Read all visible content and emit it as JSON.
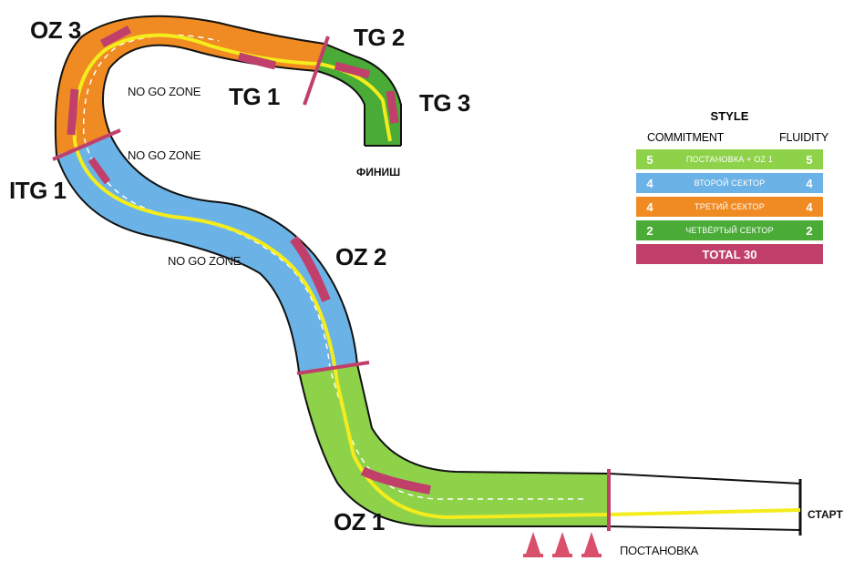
{
  "zones": {
    "oz3": "OZ 3",
    "tg2": "TG 2",
    "tg1": "TG 1",
    "tg3": "TG 3",
    "itg1": "ITG 1",
    "oz2": "OZ 2",
    "oz1": "OZ 1"
  },
  "no_go": {
    "a": "NO GO ZONE",
    "b": "NO GO ZONE",
    "c": "NO GO ZONE"
  },
  "places": {
    "finish": "ФИНИШ",
    "start": "СТАРТ",
    "setup": "ПОСТАНОВКА"
  },
  "style_table": {
    "title": "STYLE",
    "col_left": "COMMITMENT",
    "col_right": "FLUIDITY",
    "rows": [
      {
        "commitment": "5",
        "label": "ПОСТАНОВКА + OZ 1",
        "fluidity": "5",
        "color": "#8ed24a"
      },
      {
        "commitment": "4",
        "label": "ВТОРОЙ СЕКТОР",
        "fluidity": "4",
        "color": "#6bb3e6"
      },
      {
        "commitment": "4",
        "label": "ТРЕТИЙ СЕКТОР",
        "fluidity": "4",
        "color": "#f08a22"
      },
      {
        "commitment": "2",
        "label": "ЧЕТВЁРТЫЙ СЕКТОР",
        "fluidity": "2",
        "color": "#4aab36"
      }
    ],
    "total": "TOTAL 30",
    "total_color": "#c0406b"
  },
  "colors": {
    "sector1": "#8ed24a",
    "sector2": "#6bb3e6",
    "sector3": "#f08a22",
    "sector4": "#4aab36",
    "line": "#f4ec1c",
    "clip": "#c0406b",
    "cone": "#d9506b"
  }
}
